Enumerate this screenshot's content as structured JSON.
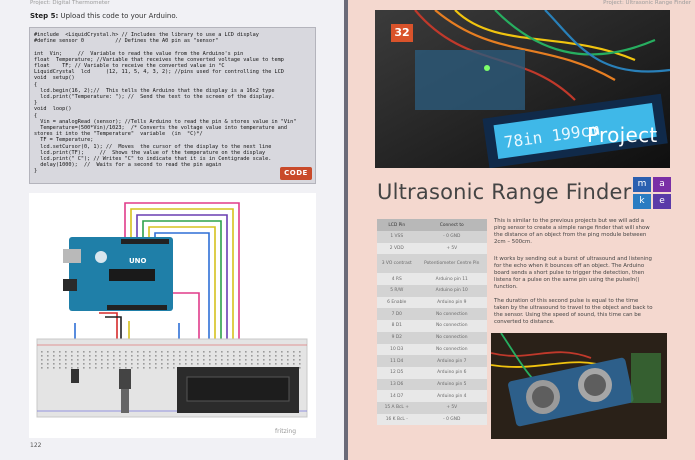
{
  "left_page": {
    "running_head": "Project: Digital Thermometer",
    "step_label": "Step 5:",
    "step_text": " Upload this code to your Arduino.",
    "code_lines": [
      "#include  <LiquidCrystal.h> // Includes the library to use a LCD display",
      "#define sensor 0          // Defines the A0 pin as \"sensor\"",
      "",
      "int  Vin;     //  Variable to read the value from the Arduino's pin",
      "float  Temperature; //Variable that receives the converted voltage value to temp",
      "float    TF; // Variable to receive the converted value in °C",
      "LiquidCrystal  lcd     (12, 11, 5, 4, 3, 2); //pins used for controlling the LCD",
      "void  setup()",
      "{",
      "  lcd.begin(16, 2);//  This tells the Arduino that the display is a 16x2 type",
      "  lcd.print(\"Temperature: \"); //  Send the text to the screen of the display.",
      "}",
      "void  loop()",
      "{",
      "  Vin = analogRead (sensor); //Tells Arduino to read the pin & stores value in \"Vin\"",
      "  Temperature=(500*Vin)/1023;  /* Converts the voltage value into temperature and",
      "stores it into the \"Temperature\"  variable  (in  °C)*/",
      "  TF = Temperature;",
      "  lcd.setCursor(0, 1); //  Moves  the cursor of the display to the next line",
      "  lcd.print(TF);     //  Shows the value of the temperature on the display",
      "  lcd.print(\" C\"); // Writes \"C\" to indicate that it is in Centigrade scale.",
      "  delay(1000);  //  Waits for a second to read the pin again",
      "}"
    ],
    "code_tag": "CODE",
    "diagram_board_label": "UNO",
    "diagram_credit": "fritzing",
    "page_number": "122"
  },
  "right_page": {
    "running_head": "Project: Ultrasonic Range Finder",
    "project_number": "32",
    "hero_word": "Project",
    "hero_screen_text": "78in  199cm",
    "title": "Ultrasonic Range Finder",
    "make_letters": [
      "m",
      "a",
      "k",
      "e"
    ],
    "make_colors": [
      "#2a5fb0",
      "#7a2fa6",
      "#2a7cc2",
      "#5a3aa8"
    ],
    "table_headers": [
      "LCD Pin",
      "Connect to"
    ],
    "table_rows": [
      [
        "1 VSS",
        "- 0 GND"
      ],
      [
        "2 VDD",
        "+ 5V"
      ],
      [
        "3 VO contrast",
        "Potentiometer Centre Pin"
      ],
      [
        "4 RS",
        "Arduino pin 11"
      ],
      [
        "5 R/W",
        "Arduino pin 10"
      ],
      [
        "6 Enable",
        "Arduino pin 9"
      ],
      [
        "7 D0",
        "No connection"
      ],
      [
        "8 D1",
        "No connection"
      ],
      [
        "9 D2",
        "No connection"
      ],
      [
        "10 D3",
        "No connection"
      ],
      [
        "11 D4",
        "Arduino pin 7"
      ],
      [
        "12 D5",
        "Arduino pin 6"
      ],
      [
        "13 D6",
        "Arduino pin 5"
      ],
      [
        "14 D7",
        "Arduino pin 4"
      ],
      [
        "15 A BcL +",
        "+ 5V"
      ],
      [
        "16 K BcL -",
        "- 0 GND"
      ]
    ],
    "paragraphs": [
      "This is similar to the previous projects but we will add a ping sensor to create a simple range finder that will show the distance of an object from the ping module between 2cm – 500cm.",
      "It works by sending out a burst of ultrasound and listening for the echo when it bounces off an object. The Arduino board sends a short pulse to trigger the detection, then listens for a pulse on the same pin using the pulseIn() function.",
      "The duration of this second pulse is equal to the time taken by the ultrasound to travel to the object and back to the sensor. Using the speed of sound, this time can be converted to distance."
    ]
  }
}
